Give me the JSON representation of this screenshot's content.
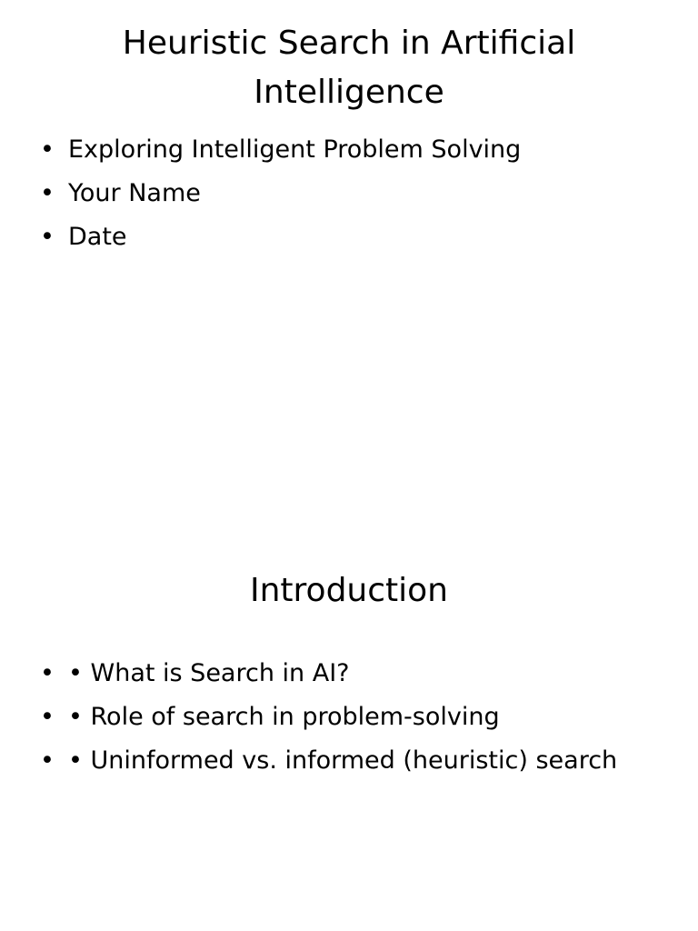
{
  "slides": [
    {
      "title": "Heuristic Search in Artificial Intelligence",
      "bullet_glyph": "•",
      "bullets": [
        "Exploring Intelligent Problem Solving",
        "Your Name",
        "Date"
      ]
    },
    {
      "title": "Introduction",
      "bullet_glyph": "•",
      "bullets": [
        "• What is Search in AI?",
        "• Role of search in problem-solving",
        "• Uninformed vs. informed (heuristic) search"
      ]
    }
  ]
}
